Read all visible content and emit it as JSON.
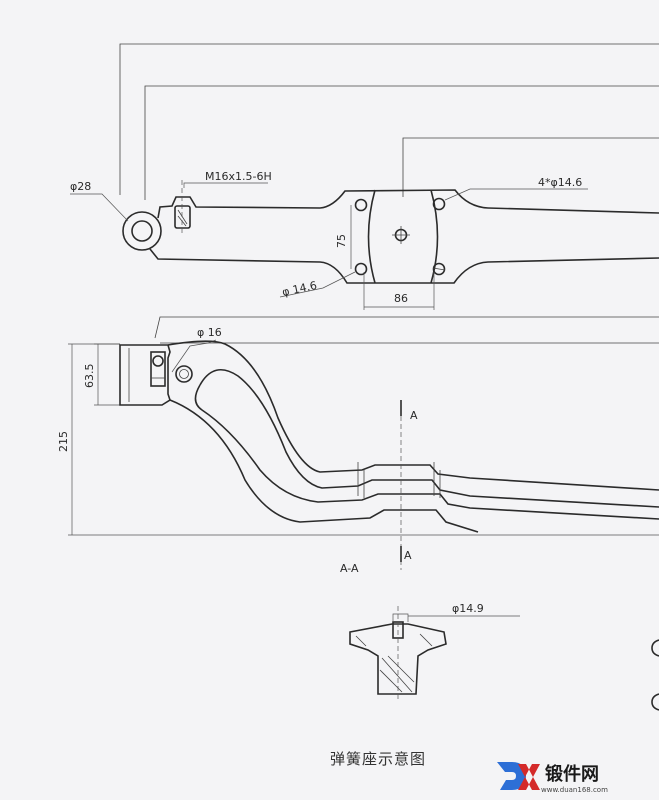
{
  "labels": {
    "eye_diameter": "φ28",
    "thread": "M16x1.5-6H",
    "holes_top": "4*φ14.6",
    "dim_75": "75",
    "hole_left": "φ 14.6",
    "dim_86": "86",
    "hole_16": "φ 16",
    "dim_63_5": "63.5",
    "dim_215": "215",
    "section_a_top": "A",
    "section_a_bottom": "A",
    "section_name": "A-A",
    "hole_14_9": "φ14.9",
    "caption": "弹簧座示意图"
  },
  "watermark": {
    "logo_text": "锻件网",
    "url": "www.duan168.com"
  },
  "colors": {
    "line": "#2b2b2b",
    "background": "#f4f4f6",
    "logo_red": "#d42a2a",
    "logo_blue": "#2d6fd6"
  }
}
